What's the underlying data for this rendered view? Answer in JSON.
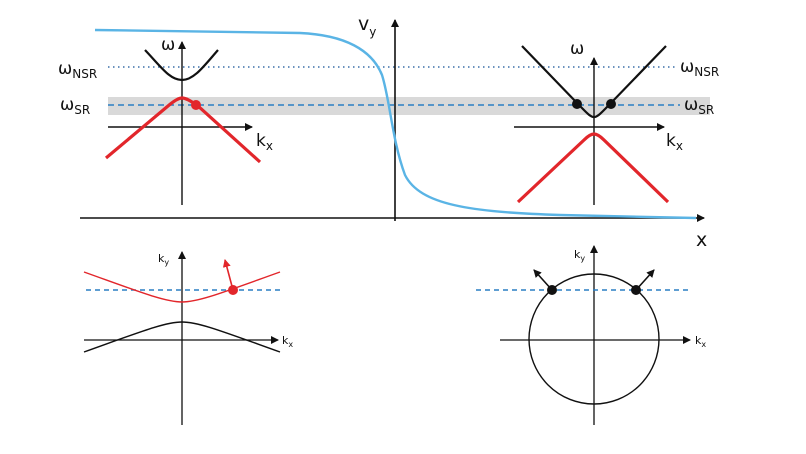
{
  "axes": {
    "main_x": "x",
    "main_y": "v",
    "main_y_sub": "y",
    "omega": "ω",
    "kx_main": "k",
    "kx_sub": "x",
    "ky_main": "k",
    "ky_sub": "y"
  },
  "levels": {
    "nsr_main": "ω",
    "nsr_sub": "NSR",
    "sr_main": "ω",
    "sr_sub": "SR"
  },
  "colors": {
    "velocity_curve": "#5ab4e5",
    "dashed_line": "#2a7fc4",
    "dotted_line": "#3a6fa8",
    "band": "#d9d9d9",
    "lower_band": "#e2262b",
    "upper_band": "#111111",
    "axis": "#111111"
  },
  "icons": {
    "red_state_marker": "red-dot",
    "black_state_marker": "black-dot",
    "group_velocity_arrow": "arrow"
  }
}
